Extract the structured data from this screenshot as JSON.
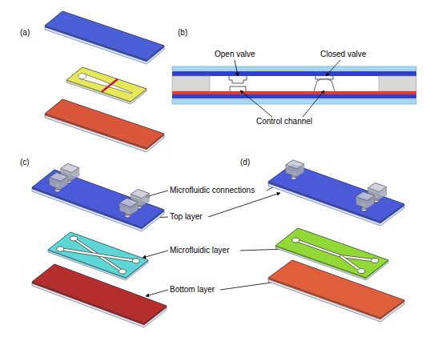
{
  "diagram": {
    "labels": [
      "(a)",
      "(b)",
      "Open valve",
      "Closed valve",
      "Control channel",
      "(c)",
      "(d)",
      "Microfluidic connections",
      "Top layer",
      "Microfluidic layer",
      "Bottom layer"
    ]
  }
}
